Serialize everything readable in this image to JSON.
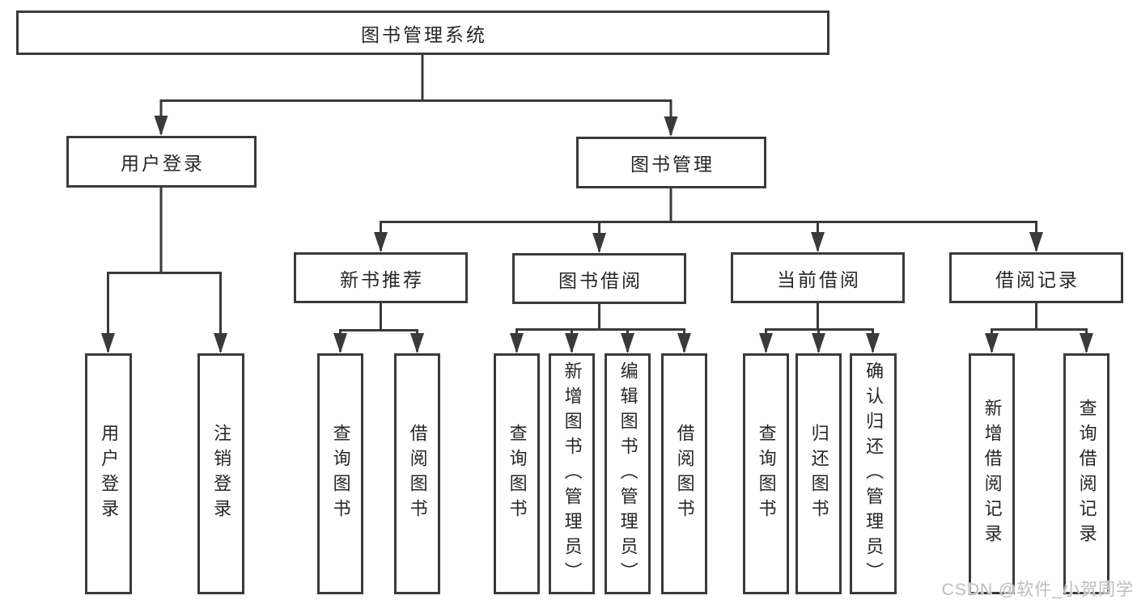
{
  "colors": {
    "line": "#3a3a3a",
    "box_border": "#3a3a3a",
    "text": "#262626",
    "watermark": "#bdbdbd",
    "background": "#ffffff"
  },
  "watermark": {
    "text": "CSDN @软件_小贺同学"
  },
  "tree": {
    "root": {
      "label": "图书管理系统",
      "children": [
        {
          "label": "用户登录",
          "children": [
            {
              "label": "用户登录"
            },
            {
              "label": "注销登录"
            }
          ]
        },
        {
          "label": "图书管理",
          "children": [
            {
              "label": "新书推荐",
              "children": [
                {
                  "label": "查询图书"
                },
                {
                  "label": "借阅图书"
                }
              ]
            },
            {
              "label": "图书借阅",
              "children": [
                {
                  "label": "查询图书"
                },
                {
                  "label": "新增图书（管理员）"
                },
                {
                  "label": "编辑图书（管理员）"
                },
                {
                  "label": "借阅图书"
                }
              ]
            },
            {
              "label": "当前借阅",
              "children": [
                {
                  "label": "查询图书"
                },
                {
                  "label": "归还图书"
                },
                {
                  "label": "确认归还（管理员）"
                }
              ]
            },
            {
              "label": "借阅记录",
              "children": [
                {
                  "label": "新增借阅记录"
                },
                {
                  "label": "查询借阅记录"
                }
              ]
            }
          ]
        }
      ]
    }
  }
}
